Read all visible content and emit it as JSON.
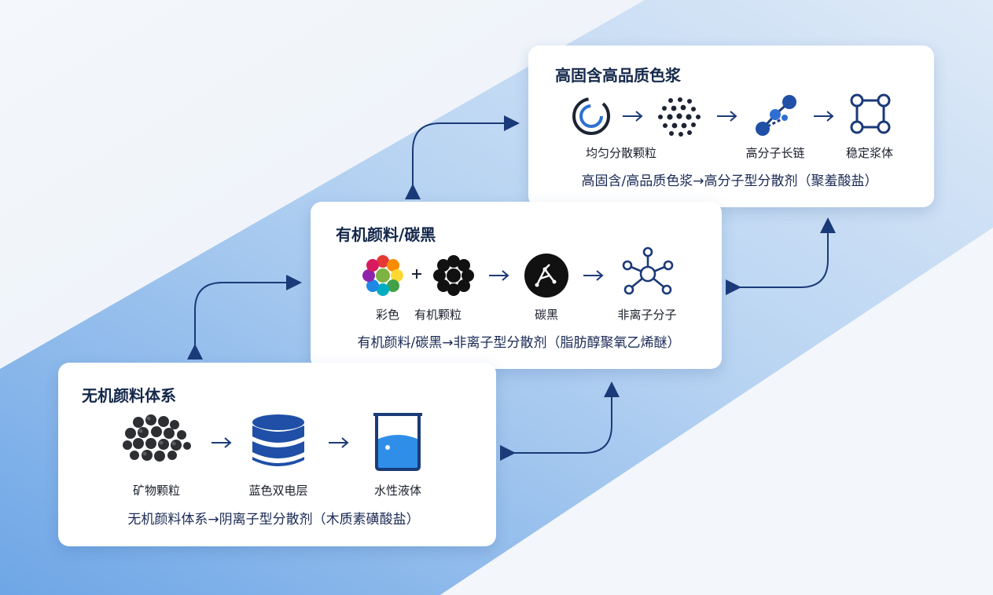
{
  "colors": {
    "navy": "#1b3a78",
    "accent": "#2f6fd3",
    "card_bg": "#ffffff"
  },
  "cards": {
    "high_solid": {
      "title": "高固含高品质色浆",
      "steps": [
        {
          "icon": "dispersed-ring-icon"
        },
        {
          "label": "均匀分散颗粒",
          "icon": "dot-cluster-icon"
        },
        {
          "label": "高分子长链",
          "icon": "polymer-chain-icon"
        },
        {
          "label": "稳定浆体",
          "icon": "network-square-icon"
        }
      ],
      "summary": "高固含/高品质色浆→高分子型分散剂（聚羞酸盐）"
    },
    "organic": {
      "title": "有机颜料/碳黑",
      "steps": [
        {
          "label": "彩色",
          "icon": "color-flower-icon"
        },
        {
          "label": "有机颗粒",
          "icon": "black-flower-icon"
        },
        {
          "label": "碳黑",
          "icon": "carbon-black-icon"
        },
        {
          "label": "非离子分子",
          "icon": "nonionic-molecule-icon"
        }
      ],
      "summary": "有机颜料/碳黑→非离子型分散剂（脂肪醇聚氧乙烯醚）"
    },
    "inorganic": {
      "title": "无机颜料体系",
      "steps": [
        {
          "label": "矿物颗粒",
          "icon": "mineral-particles-icon"
        },
        {
          "label": "蓝色双电层",
          "icon": "double-layer-stack-icon"
        },
        {
          "label": "水性液体",
          "icon": "beaker-icon"
        }
      ],
      "summary": "无机颜料体系→阴离子型分散剂（木质素磺酸盐）"
    }
  }
}
